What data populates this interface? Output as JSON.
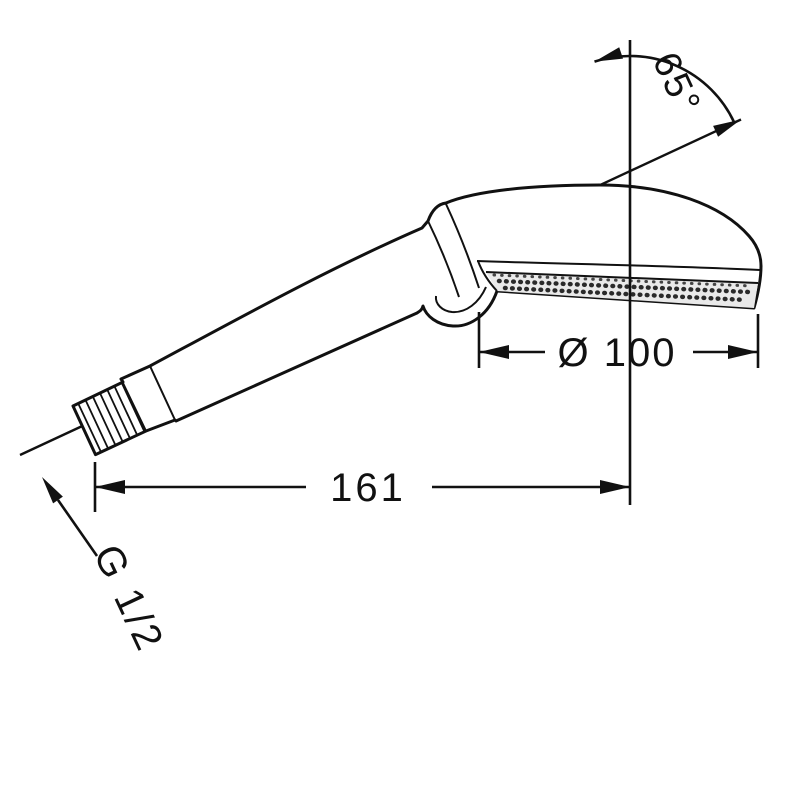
{
  "labels": {
    "angle": "65°",
    "diameter": "Ø 100",
    "length": "161",
    "thread": "G 1/2"
  },
  "icons": {
    "diameter_symbol": "Ø"
  },
  "colors": {
    "line": "#111111",
    "background": "#ffffff",
    "spray_band": "#e9e9e9"
  }
}
